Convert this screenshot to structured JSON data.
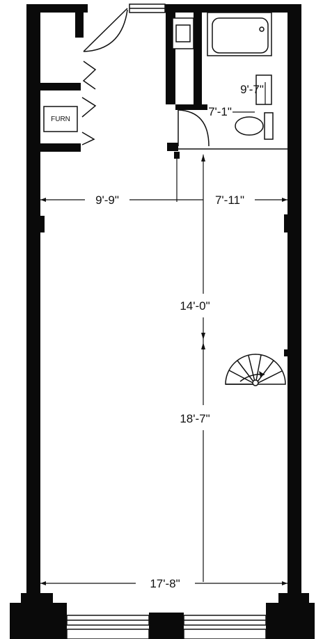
{
  "plan": {
    "furniture_label": "FURN",
    "dimensions": {
      "left_width": "9'-9\"",
      "right_width": "7'-11\"",
      "upper_length": "14'-0\"",
      "lower_length": "18'-7\"",
      "total_width": "17'-8\"",
      "bath_width": "9'-7\"",
      "bath_depth": "7'-1\""
    }
  }
}
